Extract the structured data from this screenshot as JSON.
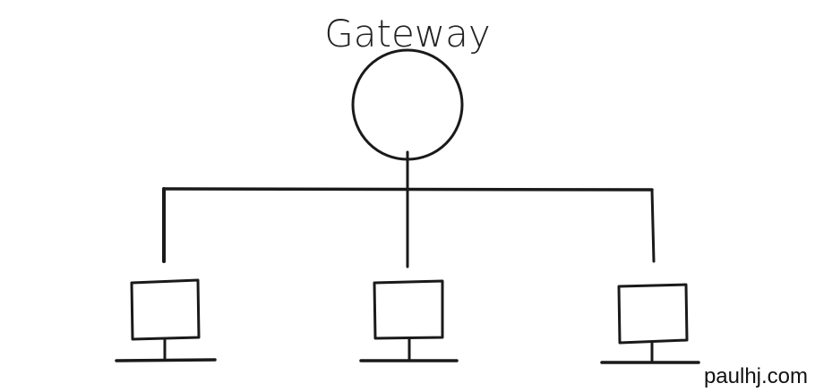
{
  "diagram": {
    "title": "Gateway",
    "credit": "paulhj.com",
    "nodes": [
      {
        "id": "gateway",
        "shape": "circle"
      },
      {
        "id": "computer-1",
        "shape": "monitor"
      },
      {
        "id": "computer-2",
        "shape": "monitor"
      },
      {
        "id": "computer-3",
        "shape": "monitor"
      }
    ],
    "edges": [
      {
        "from": "gateway",
        "to": "computer-1"
      },
      {
        "from": "gateway",
        "to": "computer-2"
      },
      {
        "from": "gateway",
        "to": "computer-3"
      }
    ],
    "colors": {
      "ink": "#1a1a1a",
      "background": "#ffffff"
    }
  }
}
